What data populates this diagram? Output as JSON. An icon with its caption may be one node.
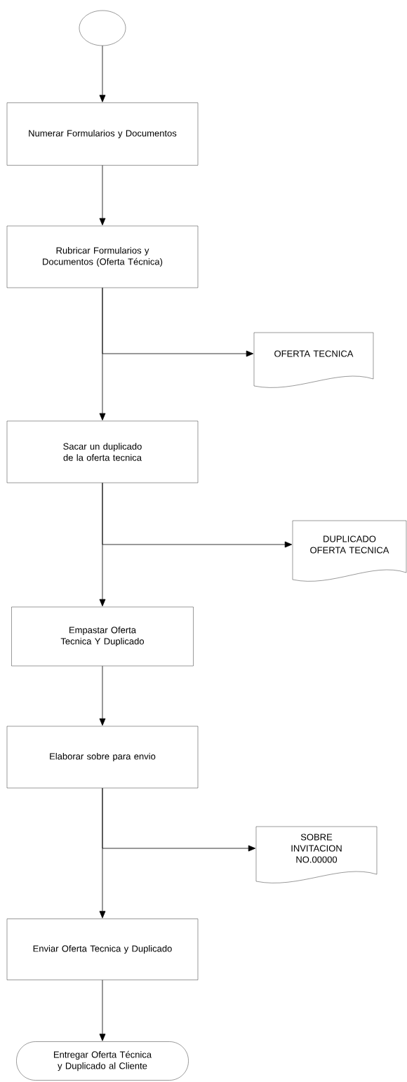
{
  "diagram": {
    "nodes": [
      {
        "text": [],
        "shape": "circle"
      },
      {
        "text": [
          "Numerar Formularios y Documentos"
        ]
      },
      {
        "text": [
          "Rubricar Formularios y Documentos (Oferta Técnica)"
        ]
      },
      {
        "text": [
          "OFERTA TECNICA"
        ]
      },
      {
        "text": [
          "Sacar un duplicado de la oferta tecnica"
        ]
      },
      {
        "text": [
          "DUPLICADO OFERTA TECNICA"
        ]
      },
      {
        "text": [
          "Empastar Oferta Tecnica Y Duplicado"
        ]
      },
      {
        "text": [
          "Elaborar sobre para envio"
        ]
      },
      {
        "text": [
          "SOBRE INVITACION NO.00000"
        ]
      },
      {
        "text": [
          "Enviar Oferta Tecnica y Duplicado"
        ]
      },
      {
        "text": [
          "Entregar Oferta Técnica y Duplicado al Cliente"
        ]
      }
    ],
    "edges": [
      {
        "from": 0,
        "to": 1,
        "arrow": "to"
      },
      {
        "from": 1,
        "to": 2,
        "arrow": "to"
      },
      {
        "from": 2,
        "to": 4,
        "arrow": "to"
      },
      {
        "from": 2,
        "to": 3,
        "arrow": "to"
      },
      {
        "from": 4,
        "to": 6,
        "arrow": "to"
      },
      {
        "from": 4,
        "to": 5,
        "arrow": "to"
      },
      {
        "from": 6,
        "to": 7,
        "arrow": "to"
      },
      {
        "from": 7,
        "to": 9,
        "arrow": "to"
      },
      {
        "from": 7,
        "to": 8,
        "arrow": "to"
      },
      {
        "from": 9,
        "to": 10,
        "arrow": "to"
      }
    ]
  }
}
